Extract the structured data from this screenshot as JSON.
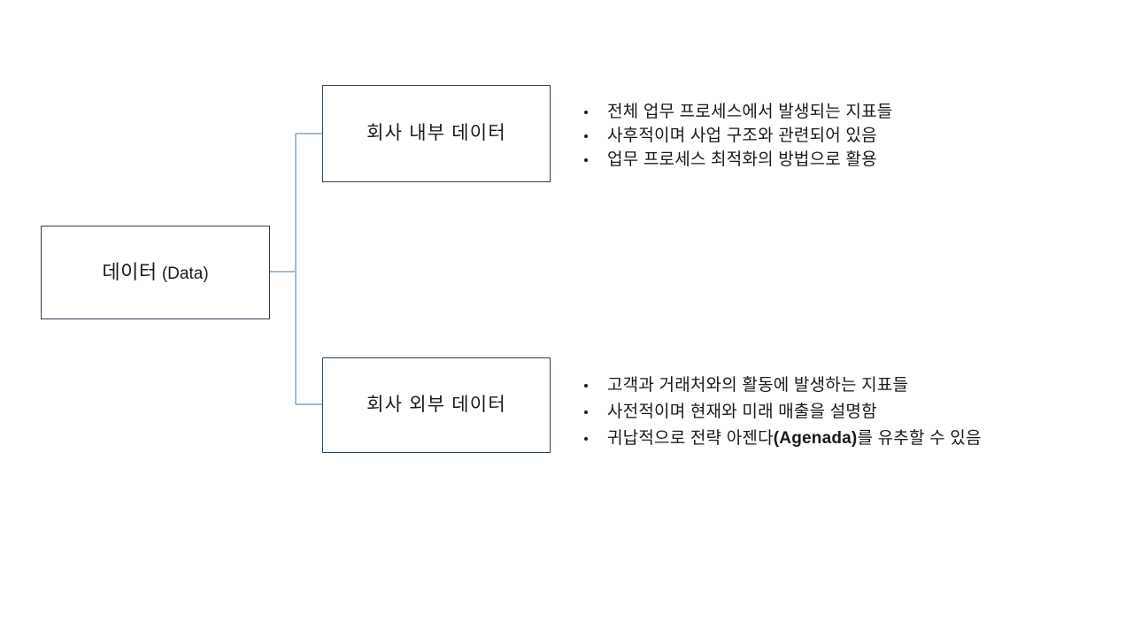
{
  "diagram": {
    "type": "tree",
    "background_color": "#ffffff",
    "box_border_color": "#2e4053",
    "connector_color": "#a3bcd0",
    "text_color": "#1a1a1a",
    "root": {
      "label_main": "데이터",
      "label_paren": "(Data)"
    },
    "branches": [
      {
        "id": "internal",
        "box_label": "회사 내부 데이터",
        "bullets": [
          "전체 업무 프로세스에서 발생되는 지표들",
          "사후적이며 사업 구조와 관련되어 있음",
          "업무 프로세스 최적화의 방법으로 활용"
        ]
      },
      {
        "id": "external",
        "box_label": "회사 외부 데이터",
        "bullets": [
          "고객과 거래처와의 활동에 발생하는 지표들",
          "사전적이며 현재와 미래 매출을 설명함"
        ],
        "bullet_last_parts": {
          "before": "귀납적으로 전략 아젠다",
          "emphasis": "(Agenada)",
          "after": "를 유추할 수 있음"
        }
      }
    ]
  }
}
